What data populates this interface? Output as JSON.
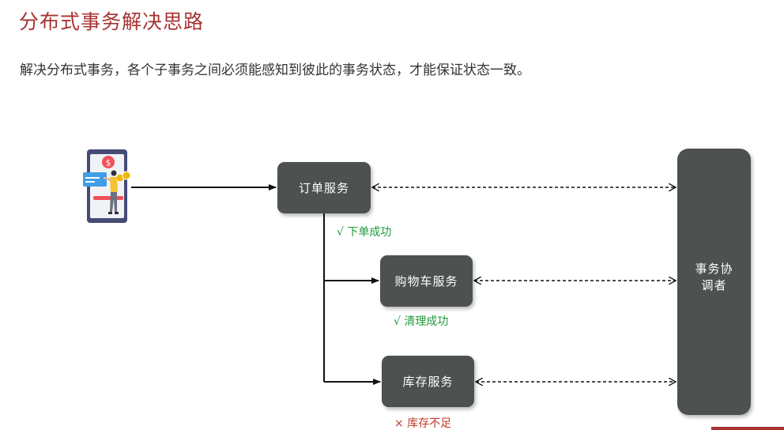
{
  "title": "分布式事务解决思路",
  "subtitle": "解决分布式事务，各个子事务之间必须能感知到彼此的事务状态，才能保证状态一致。",
  "nodes": {
    "order": "订单服务",
    "cart": "购物车服务",
    "stock": "库存服务",
    "coordinator": "事务协调者"
  },
  "status": {
    "order": "√ 下单成功",
    "cart": "√ 清理成功",
    "stock": "× 库存不足"
  },
  "icons": {
    "user": "mobile-payment-user-icon",
    "dollar": "$"
  },
  "colors": {
    "title": "#a83232",
    "box": "#4d5150",
    "success": "#1f9a3a",
    "failure": "#c0392b"
  }
}
